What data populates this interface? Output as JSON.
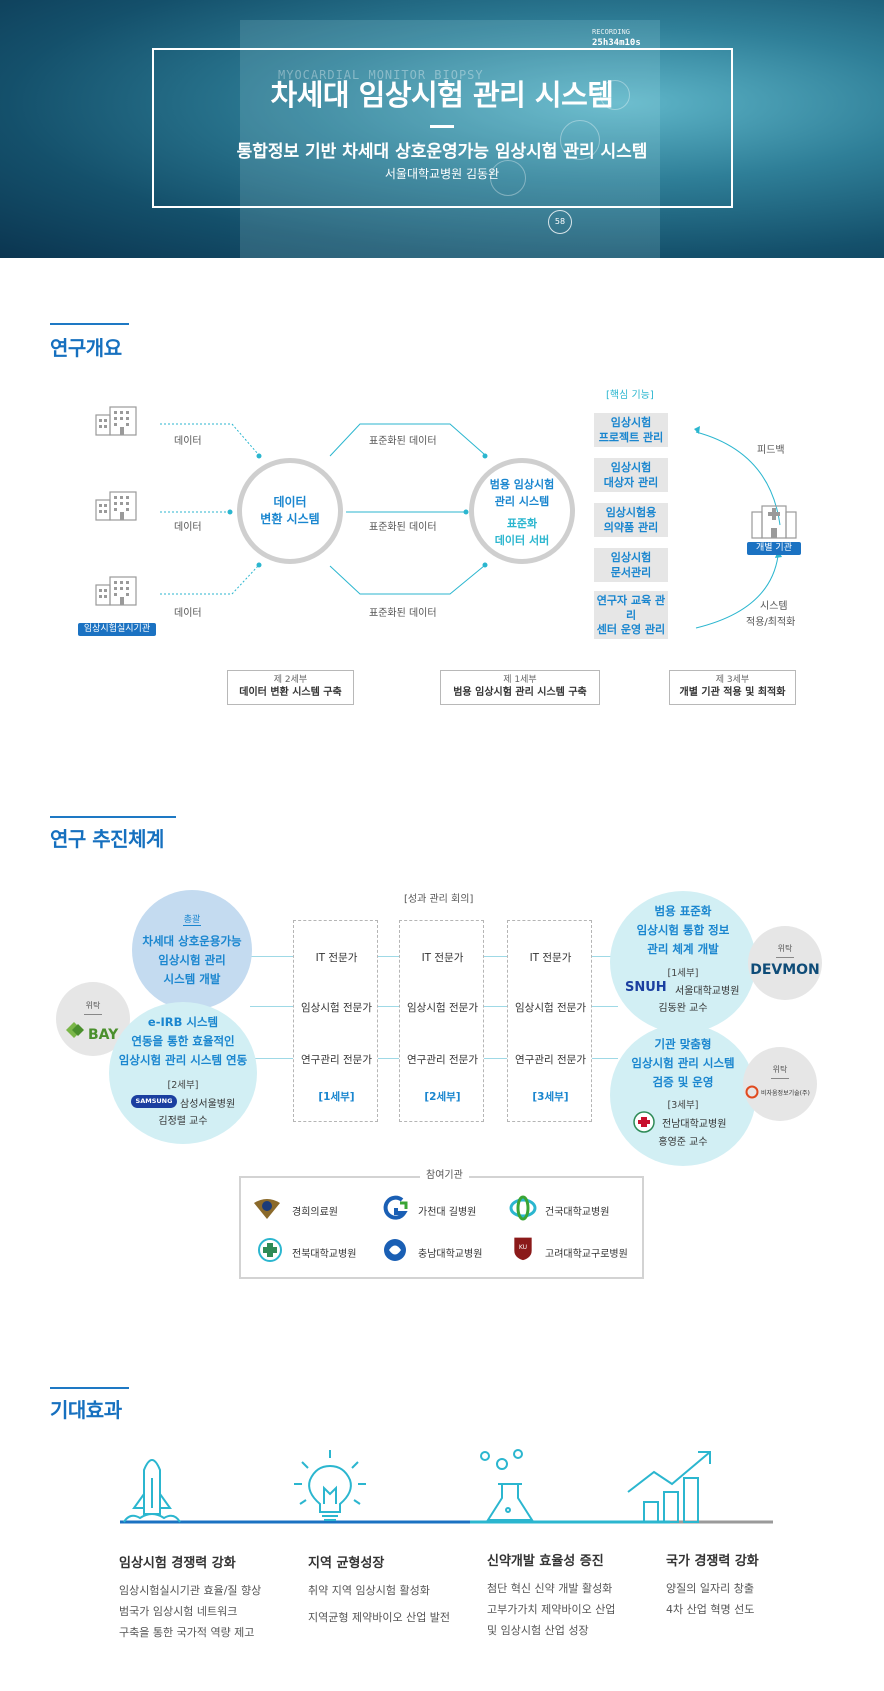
{
  "hero": {
    "title": "차세대 임상시험 관리 시스템",
    "subtitle": "통합정보 기반 차세대 상호운영가능 임상시험 관리 시스템",
    "author": "서울대학교병원 김동완",
    "monitor_text": "MYOCARDIAL MONITOR BIOPSY",
    "recording_label": "RECORDING",
    "recording_time": "25h34m10s",
    "gauge_value": "58"
  },
  "overview": {
    "title": "연구개요",
    "data_label": "데이터",
    "std_data_label": "표준화된 데이터",
    "source_tag": "임상시험실시기관",
    "converter": {
      "line1": "데이터",
      "line2": "변환 시스템"
    },
    "server": {
      "line1": "범용 임상시험",
      "line2": "관리 시스템",
      "line3": "표준화",
      "line4": "데이터 서버"
    },
    "core_label": "[핵심 기능]",
    "features": [
      [
        "임상시험",
        "프로젝트 관리"
      ],
      [
        "임상시험",
        "대상자 관리"
      ],
      [
        "임상시험용",
        "의약품 관리"
      ],
      [
        "임상시험",
        "문서관리"
      ],
      [
        "연구자 교육 관리"
      ],
      [
        "센터 운영 관리"
      ]
    ],
    "feedback": "피드백",
    "org_tag": "개별 기관",
    "system_opt": [
      "시스템",
      "적용/최적화"
    ],
    "stages": [
      {
        "num": "제 2세부",
        "desc": "데이터 변환 시스템 구축"
      },
      {
        "num": "제 1세부",
        "desc": "범용 임상시험 관리 시스템 구축"
      },
      {
        "num": "제 3세부",
        "desc": "개별 기관 적용 및 최적화"
      }
    ]
  },
  "structure": {
    "title": "연구 추진체계",
    "meeting": "[성과 관리 회의]",
    "columns": [
      {
        "roles": [
          "IT 전문가",
          "임상시험 전문가",
          "연구관리 전문가"
        ],
        "sub": "[1세부]"
      },
      {
        "roles": [
          "IT 전문가",
          "임상시험 전문가",
          "연구관리 전문가"
        ],
        "sub": "[2세부]"
      },
      {
        "roles": [
          "IT 전문가",
          "임상시험 전문가",
          "연구관리 전문가"
        ],
        "sub": "[3세부]"
      }
    ],
    "general": {
      "tag": "총괄",
      "lines": [
        "차세대 상호운용가능",
        "임상시험 관리",
        "시스템 개발"
      ]
    },
    "sub2": {
      "lines": [
        "e-IRB 시스템",
        "연동을 통한 효율적인",
        "임상시험 관리 시스템 연동"
      ],
      "num": "[2세부]",
      "logo": "SAMSUNG",
      "hospital": "삼성서울병원",
      "person": "김정렬 교수"
    },
    "sub1": {
      "lines": [
        "범용 표준화",
        "임상시험 통합 정보",
        "관리 체계 개발"
      ],
      "num": "[1세부]",
      "logo": "SNUH",
      "hospital": "서울대학교병원",
      "person": "김동완 교수"
    },
    "sub3": {
      "lines": [
        "기관 맞춤형",
        "임상시험 관리 시스템",
        "검증 및 운영"
      ],
      "num": "[3세부]",
      "hospital": "전남대학교병원",
      "person": "홍영준 교수"
    },
    "outsourcing": {
      "label": "위탁",
      "left_company": "BAY",
      "right_top_company": "DEVMON",
      "right_bottom_company": "비자움정보기술(주)"
    },
    "participants_label": "참여기관",
    "participants": [
      "경희의료원",
      "가천대 길병원",
      "건국대학교병원",
      "전북대학교병원",
      "충남대학교병원",
      "고려대학교구로병원"
    ]
  },
  "effects": {
    "title": "기대효과",
    "items": [
      {
        "title": "임상시험 경쟁력 강화",
        "lines": [
          "임상시험실시기관 효율/질 향상",
          "범국가 임상시험 네트워크",
          "구축을 통한 국가적 역량 제고"
        ],
        "icon": "rocket-icon"
      },
      {
        "title": "지역 균형성장",
        "lines": [
          "취약 지역 임상시험 활성화",
          "지역균형 제약바이오 산업 발전"
        ],
        "icon": "lightbulb-icon"
      },
      {
        "title": "신약개발 효율성 증진",
        "lines": [
          "첨단 혁신 신약 개발 활성화",
          "고부가가치 제약바이오 산업",
          "및 임상시험 산업 성장"
        ],
        "icon": "flask-icon"
      },
      {
        "title": "국가 경쟁력 강화",
        "lines": [
          "양질의 일자리 창출",
          "4차 산업 혁명 선도"
        ],
        "icon": "growth-chart-icon"
      }
    ]
  }
}
